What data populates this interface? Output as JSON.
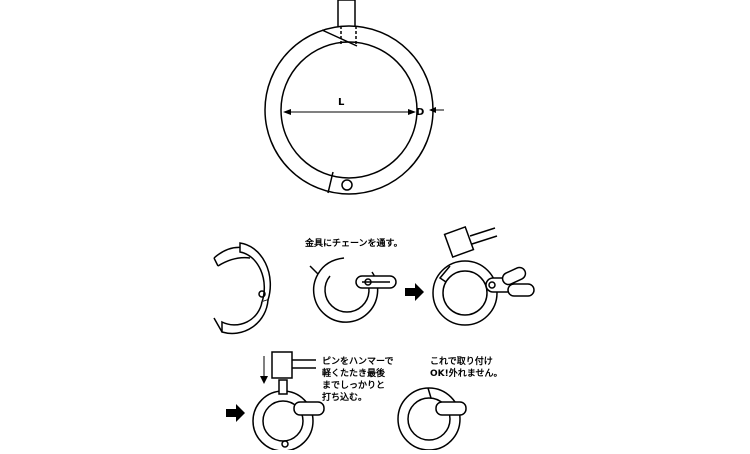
{
  "main_diagram": {
    "dimension_inner": "L",
    "dimension_thickness": "D"
  },
  "steps": {
    "step2_caption": "金具にチェーンを通す。",
    "step4_caption": [
      "ピンをハンマーで",
      "軽くたたき最後",
      "までしっかりと",
      "打ち込む。"
    ],
    "step5_caption": [
      "これで取り付け",
      "OK!外れません。"
    ]
  },
  "icons": {
    "arrow": "right-arrow-icon",
    "hammer": "hammer-icon"
  }
}
